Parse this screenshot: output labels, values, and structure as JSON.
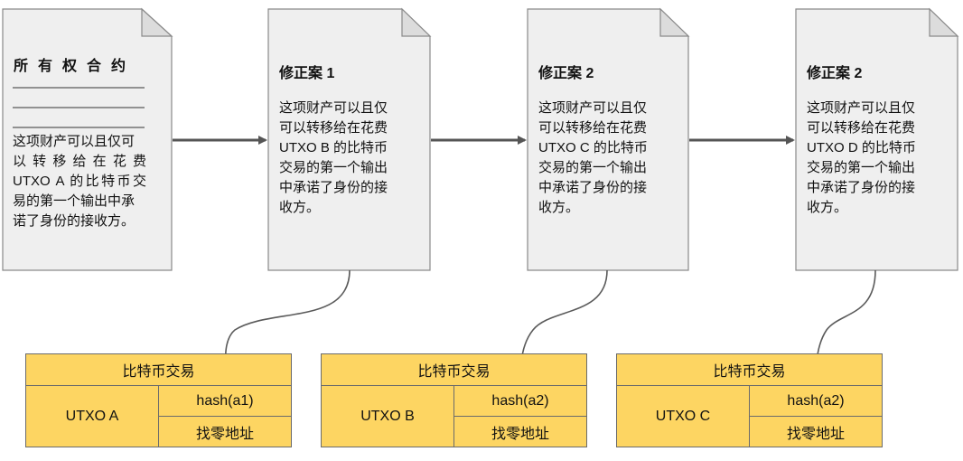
{
  "documents": [
    {
      "title": "所有权合约",
      "body_lines": [
        "这项财产可以且仅可",
        "以转移给在花费",
        "UTXO A 的比特币交",
        "易的第一个输出中承",
        "诺了身份的接收方。"
      ]
    },
    {
      "title": "修正案 1",
      "body_lines": [
        "这项财产可以且仅",
        "可以转移给在花费",
        "UTXO B 的比特币",
        "交易的第一个输出",
        "中承诺了身份的接",
        "收方。"
      ]
    },
    {
      "title": "修正案 2",
      "body_lines": [
        "这项财产可以且仅",
        "可以转移给在花费",
        "UTXO C 的比特币",
        "交易的第一个输出",
        "中承诺了身份的接",
        "收方。"
      ]
    },
    {
      "title": "修正案 2",
      "body_lines": [
        "这项财产可以且仅",
        "可以转移给在花费",
        "UTXO D 的比特币",
        "交易的第一个输出",
        "中承诺了身份的接",
        "收方。"
      ]
    }
  ],
  "transactions": [
    {
      "header": "比特币交易",
      "utxo": "UTXO A",
      "hash": "hash(a1)",
      "change": "找零地址"
    },
    {
      "header": "比特币交易",
      "utxo": "UTXO B",
      "hash": "hash(a2)",
      "change": "找零地址"
    },
    {
      "header": "比特币交易",
      "utxo": "UTXO C",
      "hash": "hash(a2)",
      "change": "找零地址"
    }
  ],
  "colors": {
    "document_fill": "#efefef",
    "document_border": "#8a8a8a",
    "transaction_fill": "#fdd562",
    "arrow": "#555555"
  }
}
